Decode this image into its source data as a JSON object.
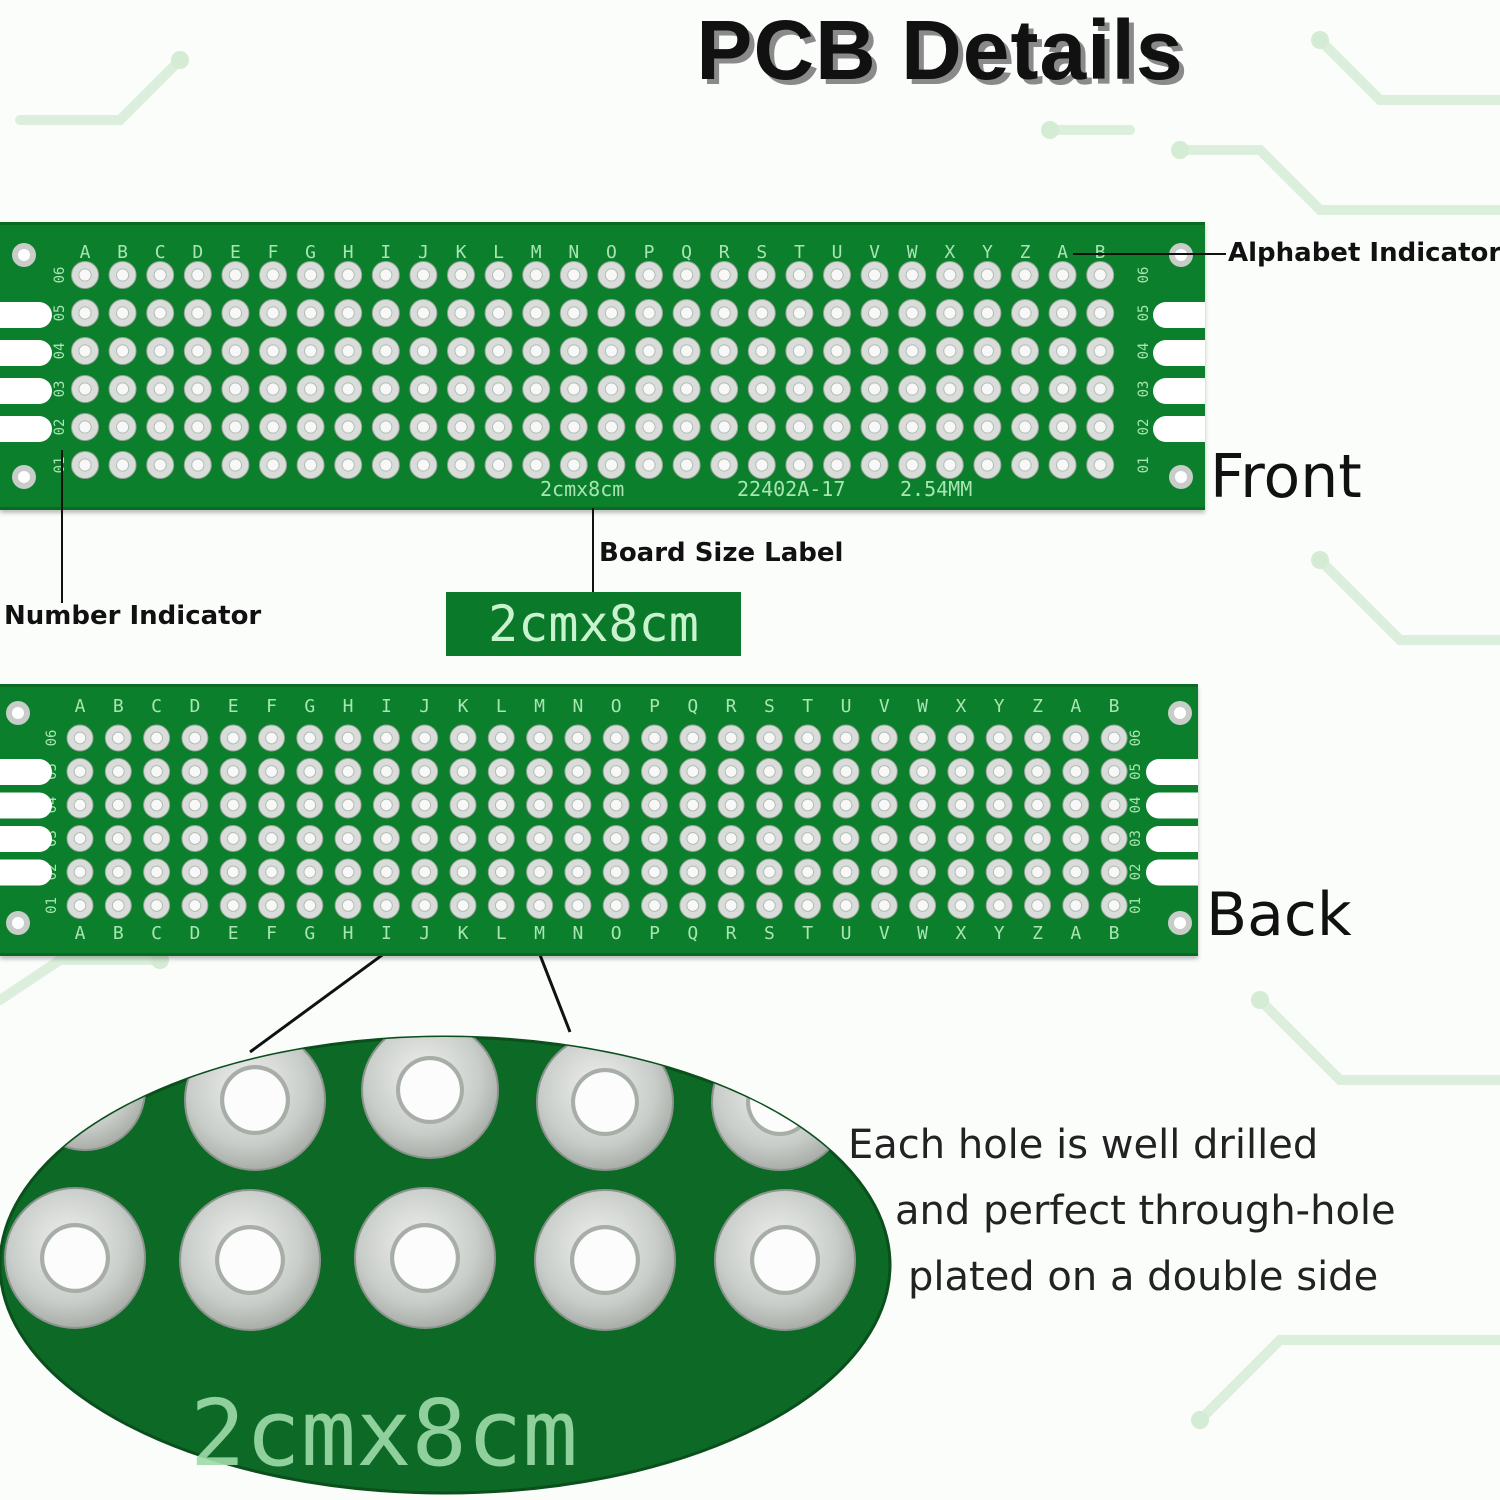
{
  "title": "PCB Details",
  "callouts": {
    "alphabet_indicator": "Alphabet Indicator",
    "board_size_label": "Board Size Label",
    "number_indicator": "Number Indicator"
  },
  "sides": {
    "front": "Front",
    "back": "Back"
  },
  "board": {
    "size_text": "2cmx8cm",
    "part_number": "22402A-17",
    "pitch_text": "2.54MM",
    "columns": [
      "A",
      "B",
      "C",
      "D",
      "E",
      "F",
      "G",
      "H",
      "I",
      "J",
      "K",
      "L",
      "M",
      "N",
      "O",
      "P",
      "Q",
      "R",
      "S",
      "T",
      "U",
      "V",
      "W",
      "X",
      "Y",
      "Z",
      "A",
      "B"
    ],
    "rows": [
      "01",
      "02",
      "03",
      "04",
      "05",
      "06"
    ]
  },
  "description": {
    "line1": "Each hole is well drilled",
    "line2": "and perfect through-hole",
    "line3": "plated on a double side"
  },
  "colors": {
    "board_green": "#0b7f2c",
    "pad_silver": "#d9ddd9",
    "silkscreen": "#a8e5b2",
    "trace_background": "#dff2e2"
  }
}
